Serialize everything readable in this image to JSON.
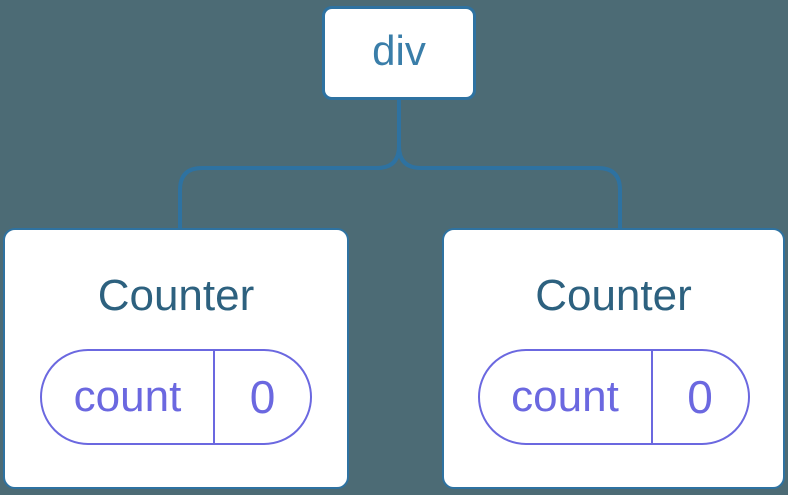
{
  "colors": {
    "background": "#4c6b75",
    "tree_line_blue": "#2e72a1",
    "root_label_blue": "#3a7ea9",
    "component_title_blue": "#2d617f",
    "state_purple": "#6b68e0",
    "node_fill": "#ffffff"
  },
  "tree": {
    "root": {
      "label": "div"
    },
    "children": [
      {
        "title": "Counter",
        "state": {
          "key": "count",
          "value": "0"
        }
      },
      {
        "title": "Counter",
        "state": {
          "key": "count",
          "value": "0"
        }
      }
    ]
  }
}
